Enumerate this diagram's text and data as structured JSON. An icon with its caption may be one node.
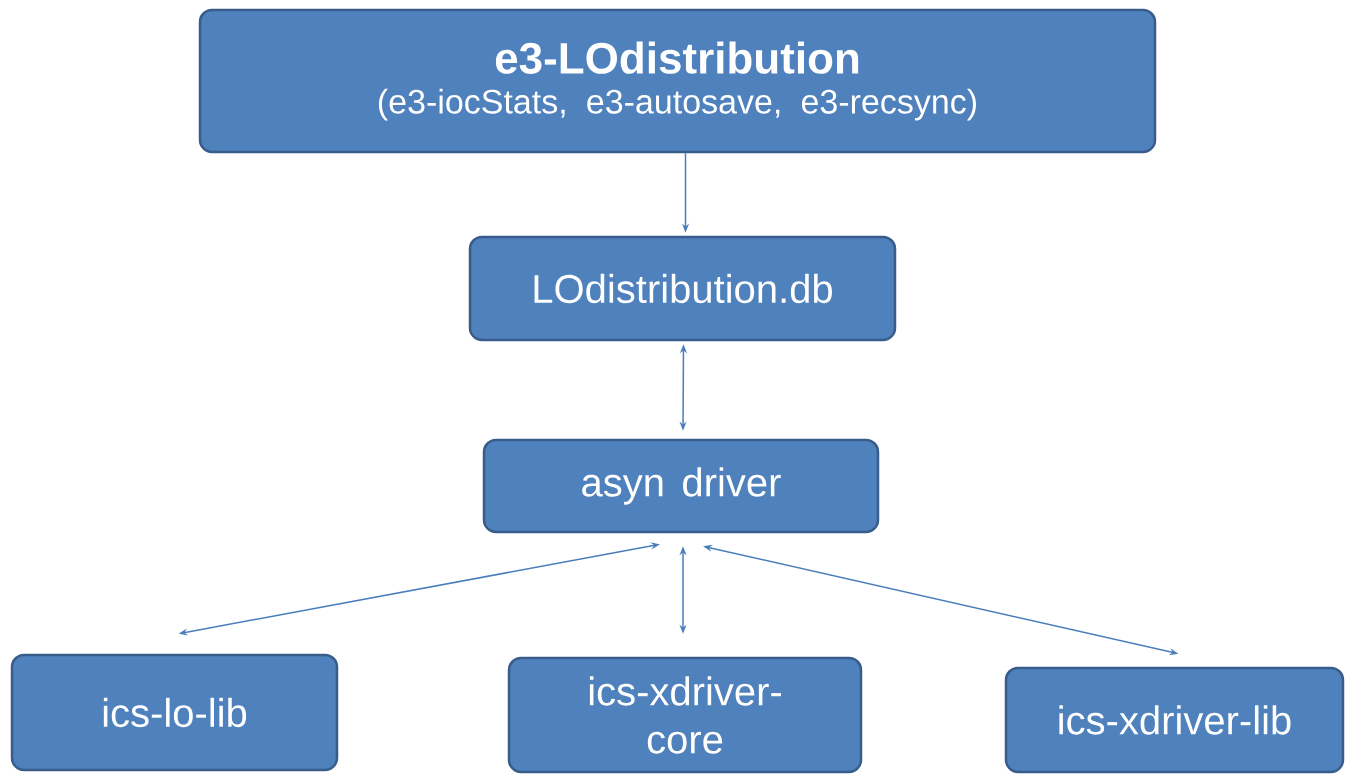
{
  "diagram": {
    "nodes": [
      {
        "text": [
          "e3-LOdistribution",
          "(e3-iocStats, e3-autosave, e3-recsync)"
        ]
      },
      {
        "text": [
          "LOdistribution.db"
        ]
      },
      {
        "text": [
          "asyn driver"
        ]
      },
      {
        "text": [
          "ics-lo-lib"
        ]
      },
      {
        "text": [
          "ics-xdriver-core"
        ]
      },
      {
        "text": [
          "ics-xdriver-lib"
        ]
      }
    ],
    "edges": [
      {
        "from": 0,
        "to": 1,
        "arrow": "to"
      },
      {
        "from": 1,
        "to": 2,
        "arrow": "both"
      },
      {
        "from": 2,
        "to": 3,
        "arrow": "both"
      },
      {
        "from": 2,
        "to": 4,
        "arrow": "both"
      },
      {
        "from": 2,
        "to": 5,
        "arrow": "both"
      }
    ]
  }
}
